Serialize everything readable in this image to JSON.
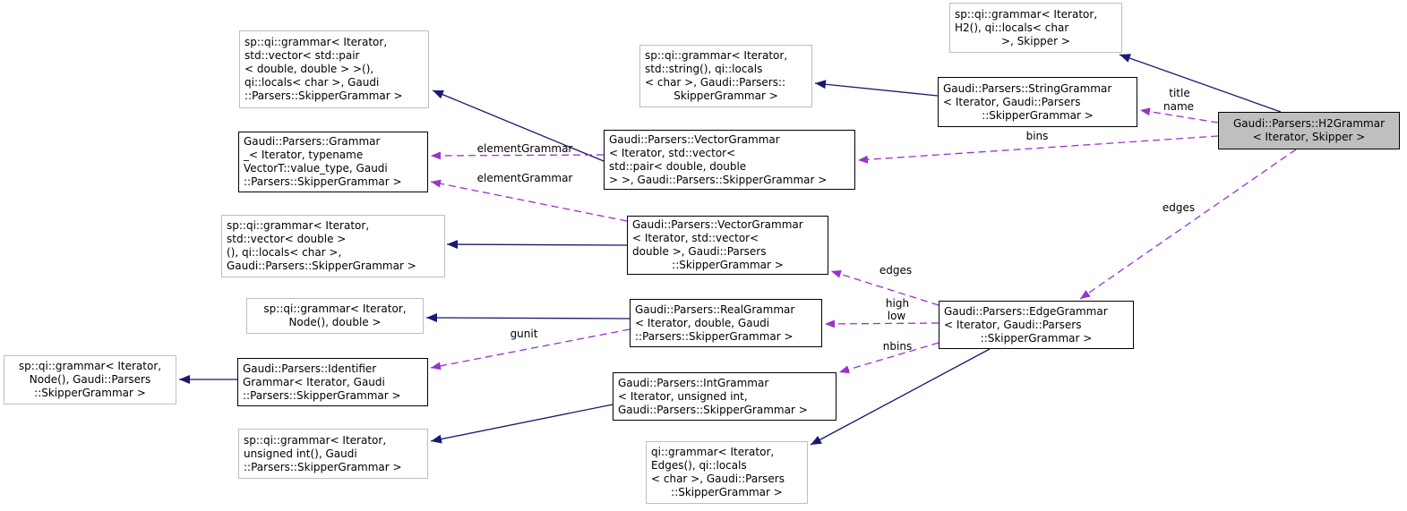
{
  "nodes": [
    {
      "id": "qi-grammar-vector-pair",
      "kind": "external",
      "lines": [
        "sp::qi::grammar< Iterator,",
        "std::vector< std::pair",
        "< double, double > >(),",
        "qi::locals< char >, Gaudi",
        "::Parsers::SkipperGrammar >"
      ]
    },
    {
      "id": "grammar-base",
      "kind": "class",
      "lines": [
        "Gaudi::Parsers::Grammar",
        "_< Iterator, typename",
        "VectorT::value_type, Gaudi",
        "::Parsers::SkipperGrammar >"
      ]
    },
    {
      "id": "qi-grammar-vector-double",
      "kind": "external",
      "lines": [
        "sp::qi::grammar< Iterator,",
        "std::vector< double >",
        "(), qi::locals< char >,",
        "Gaudi::Parsers::SkipperGrammar >"
      ]
    },
    {
      "id": "qi-grammar-node-double",
      "kind": "external",
      "lines": [
        "sp::qi::grammar< Iterator,",
        "Node(), double >"
      ]
    },
    {
      "id": "qi-grammar-node-skipper",
      "kind": "external",
      "lines": [
        "sp::qi::grammar< Iterator,",
        "Node(), Gaudi::Parsers",
        "::SkipperGrammar >"
      ]
    },
    {
      "id": "identifier-grammar",
      "kind": "class",
      "lines": [
        "Gaudi::Parsers::Identifier",
        "Grammar< Iterator, Gaudi",
        "::Parsers::SkipperGrammar >"
      ]
    },
    {
      "id": "qi-grammar-unsigned-int",
      "kind": "external",
      "lines": [
        "sp::qi::grammar< Iterator,",
        "unsigned int(), Gaudi",
        "::Parsers::SkipperGrammar >"
      ]
    },
    {
      "id": "vector-grammar-pair",
      "kind": "class",
      "lines": [
        "Gaudi::Parsers::VectorGrammar",
        "< Iterator, std::vector<",
        "std::pair< double, double",
        "> >, Gaudi::Parsers::SkipperGrammar >"
      ]
    },
    {
      "id": "vector-grammar-double",
      "kind": "class",
      "lines": [
        "Gaudi::Parsers::VectorGrammar",
        "< Iterator, std::vector<",
        "double >, Gaudi::Parsers",
        "::SkipperGrammar >"
      ]
    },
    {
      "id": "real-grammar",
      "kind": "class",
      "lines": [
        "Gaudi::Parsers::RealGrammar",
        "< Iterator, double, Gaudi",
        "::Parsers::SkipperGrammar >"
      ]
    },
    {
      "id": "int-grammar",
      "kind": "class",
      "lines": [
        "Gaudi::Parsers::IntGrammar",
        "< Iterator, unsigned int,",
        "Gaudi::Parsers::SkipperGrammar >"
      ]
    },
    {
      "id": "qi-grammar-edges",
      "kind": "external",
      "lines": [
        "qi::grammar< Iterator,",
        "Edges(), qi::locals",
        "< char >, Gaudi::Parsers",
        "::SkipperGrammar >"
      ]
    },
    {
      "id": "qi-grammar-string",
      "kind": "external",
      "lines": [
        "sp::qi::grammar< Iterator,",
        "std::string(), qi::locals",
        "< char >, Gaudi::Parsers::",
        "SkipperGrammar >"
      ]
    },
    {
      "id": "string-grammar",
      "kind": "class",
      "lines": [
        "Gaudi::Parsers::StringGrammar",
        "< Iterator, Gaudi::Parsers",
        "::SkipperGrammar >"
      ]
    },
    {
      "id": "qi-grammar-h2",
      "kind": "external",
      "lines": [
        "sp::qi::grammar< Iterator,",
        "H2(), qi::locals< char",
        ">, Skipper >"
      ]
    },
    {
      "id": "h2-grammar-main",
      "kind": "main",
      "lines": [
        "Gaudi::Parsers::H2Grammar",
        "< Iterator, Skipper >"
      ]
    },
    {
      "id": "edge-grammar",
      "kind": "class",
      "lines": [
        "Gaudi::Parsers::EdgeGrammar",
        "< Iterator, Gaudi::Parsers",
        "::SkipperGrammar >"
      ]
    }
  ],
  "edge_labels": [
    {
      "text": "elementGrammar"
    },
    {
      "text": "elementGrammar"
    },
    {
      "text": "gunit"
    },
    {
      "text": "edges"
    },
    {
      "text": "high"
    },
    {
      "text": "low"
    },
    {
      "text": "nbins"
    },
    {
      "text": "bins"
    },
    {
      "text": "title"
    },
    {
      "text": "name"
    },
    {
      "text": "edges"
    }
  ],
  "edges": [
    {
      "type": "inheritance",
      "from": "vector-grammar-pair",
      "to": "qi-grammar-vector-pair"
    },
    {
      "type": "inheritance",
      "from": "vector-grammar-double",
      "to": "qi-grammar-vector-double"
    },
    {
      "type": "inheritance",
      "from": "real-grammar",
      "to": "qi-grammar-node-double"
    },
    {
      "type": "inheritance",
      "from": "identifier-grammar",
      "to": "qi-grammar-node-skipper"
    },
    {
      "type": "inheritance",
      "from": "int-grammar",
      "to": "qi-grammar-unsigned-int"
    },
    {
      "type": "inheritance",
      "from": "string-grammar",
      "to": "qi-grammar-string"
    },
    {
      "type": "inheritance",
      "from": "h2-grammar-main",
      "to": "qi-grammar-h2"
    },
    {
      "type": "inheritance",
      "from": "edge-grammar",
      "to": "qi-grammar-edges"
    },
    {
      "type": "usage",
      "from": "vector-grammar-pair",
      "to": "grammar-base",
      "label": "elementGrammar"
    },
    {
      "type": "usage",
      "from": "vector-grammar-double",
      "to": "grammar-base",
      "label": "elementGrammar"
    },
    {
      "type": "usage",
      "from": "real-grammar",
      "to": "identifier-grammar",
      "label": "gunit"
    },
    {
      "type": "usage",
      "from": "edge-grammar",
      "to": "vector-grammar-double",
      "label": "edges"
    },
    {
      "type": "usage",
      "from": "edge-grammar",
      "to": "real-grammar",
      "label": "high low"
    },
    {
      "type": "usage",
      "from": "edge-grammar",
      "to": "int-grammar",
      "label": "nbins"
    },
    {
      "type": "usage",
      "from": "h2-grammar-main",
      "to": "vector-grammar-pair",
      "label": "bins"
    },
    {
      "type": "usage",
      "from": "h2-grammar-main",
      "to": "string-grammar",
      "label": "title name"
    },
    {
      "type": "usage",
      "from": "h2-grammar-main",
      "to": "edge-grammar",
      "label": "edges"
    }
  ],
  "colors": {
    "inheritance_edge": "#191970",
    "usage_edge": "#9a32cd",
    "main_node_fill": "#bfbfbf",
    "node_border_documented": "#000000",
    "node_border_external": "#bebebe",
    "background": "#ffffff"
  }
}
